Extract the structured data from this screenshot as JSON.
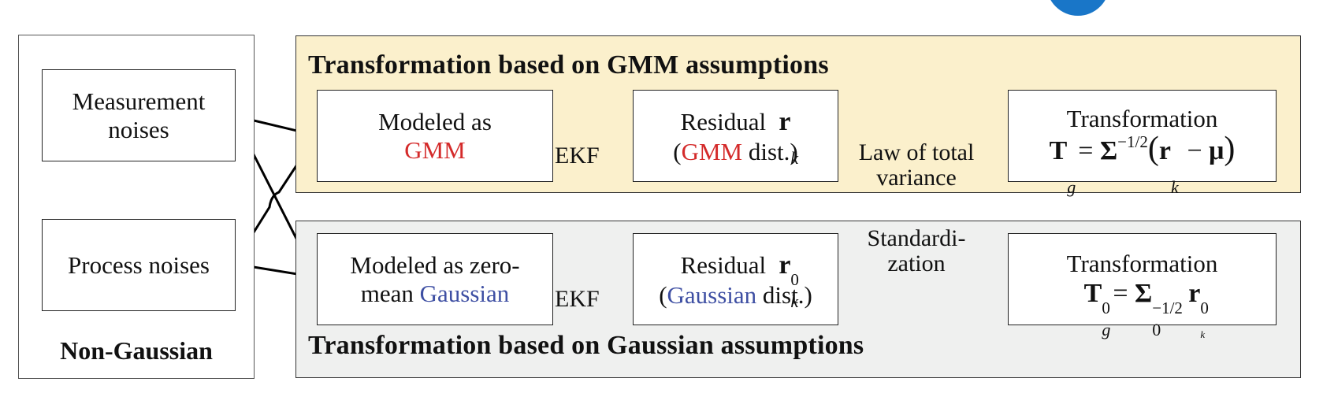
{
  "colors": {
    "gmm_panel_bg": "#fbf0cc",
    "gaussian_panel_bg": "#eff0ef",
    "gmm_text": "#d42a2a",
    "gaussian_text": "#3e4fa3",
    "logo": "#1976c8"
  },
  "left_panel": {
    "title": "Non-Gaussian",
    "measurement": "Measurement noises",
    "process": "Process noises"
  },
  "gmm_panel": {
    "title": "Transformation based on GMM assumptions",
    "model_line1": "Modeled as",
    "model_line2": "GMM",
    "ekf": "EKF",
    "residual_label": "Residual",
    "residual_dist_open": "(",
    "residual_dist_colored": "GMM",
    "residual_dist_close": " dist.)",
    "edge_label": "Law of total variance",
    "transform_title": "Transformation"
  },
  "gaussian_panel": {
    "title": "Transformation based on Gaussian assumptions",
    "model_line1": "Modeled as zero-",
    "model_line2_plain": "mean ",
    "model_line2_colored": "Gaussian",
    "ekf": "EKF",
    "residual_label": "Residual",
    "residual_dist_open": "(",
    "residual_dist_colored": "Gaussian",
    "residual_dist_close": " dist.)",
    "edge_label_line1": "Standardi-",
    "edge_label_line2": "zation",
    "transform_title": "Transformation"
  },
  "logo_icon": "compass-logo"
}
